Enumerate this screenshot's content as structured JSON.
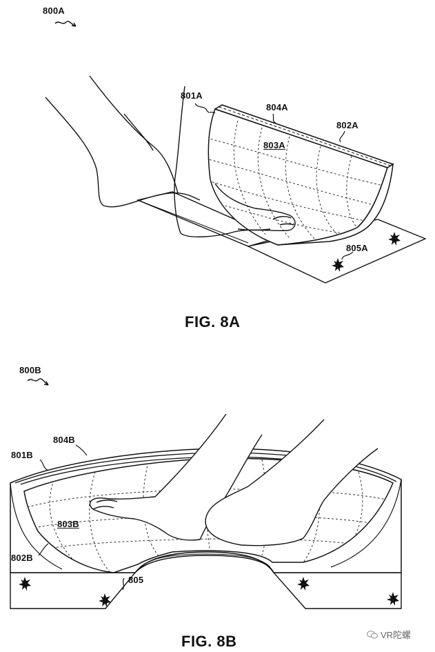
{
  "figure_a": {
    "ref": "800A",
    "caption": "FIG. 8A",
    "labels": {
      "l801": "801A",
      "l804": "804A",
      "l802": "802A",
      "l803": "803A",
      "l805": "805A"
    }
  },
  "figure_b": {
    "ref": "800B",
    "caption": "FIG. 8B",
    "labels": {
      "l804": "804B",
      "l801": "801B",
      "l803": "803B",
      "l802": "802B",
      "l805": "805"
    }
  },
  "watermark": {
    "text": "VR陀螺",
    "icon": "wechat-icon"
  },
  "colors": {
    "line": "#111111",
    "grid": "#333333",
    "bg": "#ffffff"
  }
}
